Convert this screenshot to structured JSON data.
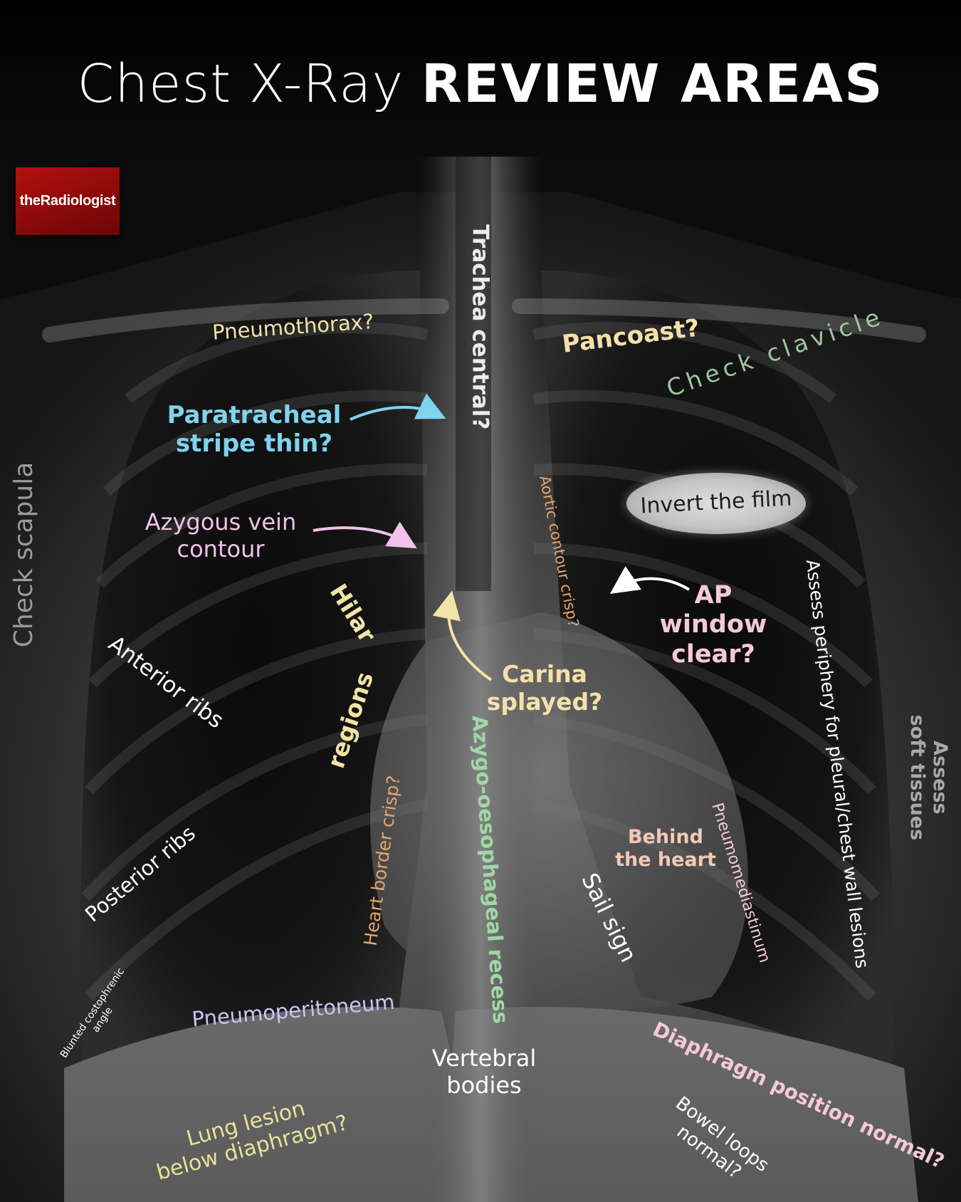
{
  "title": {
    "light": "Chest X-Ray",
    "bold": "REVIEW AREAS"
  },
  "logo": {
    "text": "theRadiologist"
  },
  "colors": {
    "white": "#ffffff",
    "cream": "#f2e3a6",
    "cyan": "#7fd3ee",
    "pink": "#f1c2e8",
    "green": "#9fd8a4",
    "orange": "#e5a66b",
    "peach": "#f4c9b6",
    "lavender": "#c9c4f4",
    "sage": "#9ec6a0",
    "yellow": "#e6e29a",
    "grey": "#9a9a9a",
    "logo_red": "#a50d0d"
  },
  "labels": {
    "trachea": "Trachea central?",
    "pneumothorax": "Pneumothorax?",
    "pancoast": "Pancoast?",
    "check_clavicle": "Check clavicle",
    "paratracheal_1": "Paratracheal",
    "paratracheal_2": "stripe thin?",
    "check_scapula": "Check scapula",
    "aortic": "Aortic contour crisp?",
    "invert": "Invert the film",
    "azygous_1": "Azygous vein",
    "azygous_2": "contour",
    "hilar_1": "Hilar",
    "hilar_2": "regions",
    "ap_1": "AP",
    "ap_2": "window",
    "ap_3": "clear?",
    "periphery": "Assess periphery for pleural/chest wall lesions",
    "soft_tissues_1": "Assess",
    "soft_tissues_2": "soft tissues",
    "anterior_ribs": "Anterior ribs",
    "carina_1": "Carina",
    "carina_2": "splayed?",
    "azygo_recess": "Azygo-oesophageal recess",
    "heart_border": "Heart border crisp?",
    "behind_heart_1": "Behind",
    "behind_heart_2": "the heart",
    "pneumomediastinum": "Pneumomediastinum",
    "posterior_ribs": "Posterior ribs",
    "sail_sign": "Sail sign",
    "blunted_1": "Blunted costophrenic",
    "blunted_2": "angle",
    "pneumoperitoneum": "Pneumoperitoneum",
    "diaphragm": "Diaphragm position normal?",
    "vertebral_1": "Vertebral",
    "vertebral_2": "bodies",
    "lung_lesion_1": "Lung lesion",
    "lung_lesion_2": "below diaphragm?",
    "bowel_1": "Bowel loops",
    "bowel_2": "normal?"
  }
}
